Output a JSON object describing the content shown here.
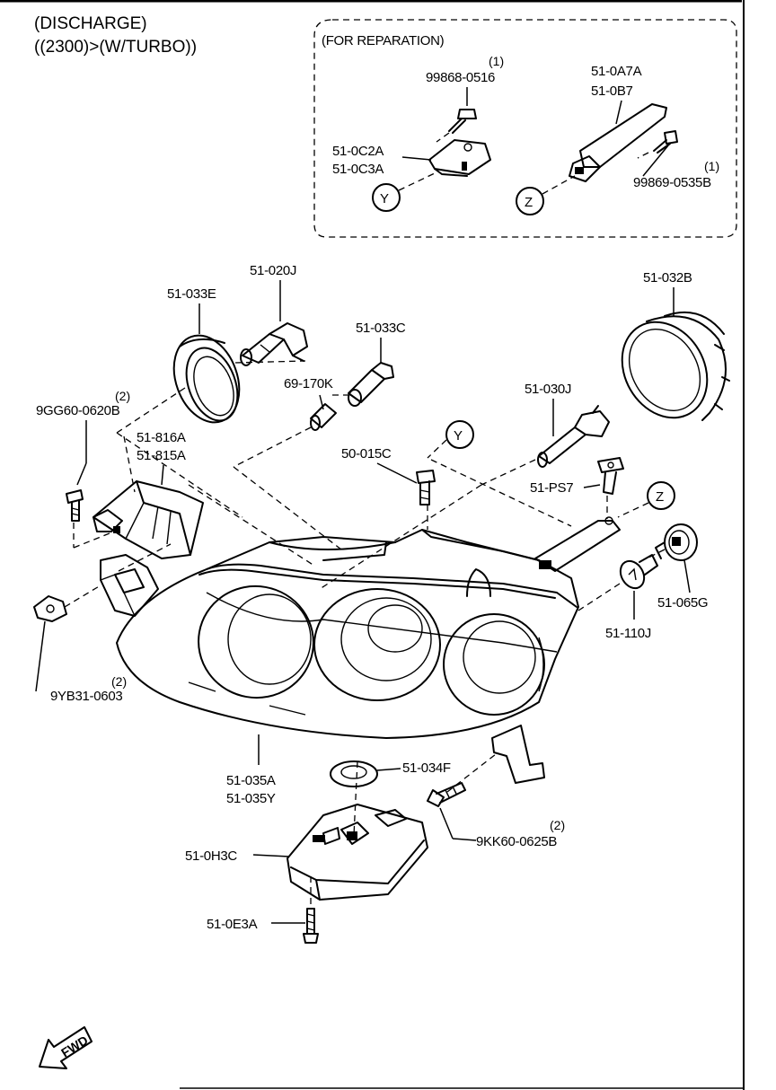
{
  "header": {
    "title_line1": "(DISCHARGE)",
    "title_line2": "((2300)>(W/TURBO))"
  },
  "reparation_box": {
    "title": "(FOR REPARATION)",
    "labels": {
      "qty_1a": "(1)",
      "p99868": "99868-0516",
      "p510c2a": "51-0C2A",
      "p510c3a": "51-0C3A",
      "p510a7a": "51-0A7A",
      "p510b7": "51-0B7",
      "qty_1b": "(1)",
      "p99869": "99869-0535B"
    },
    "callouts": {
      "y": "Y",
      "z": "Z"
    }
  },
  "parts": {
    "p51020j": "51-020J",
    "p51033e": "51-033E",
    "p51033c": "51-033C",
    "p51032b": "51-032B",
    "p69170k": "69-170K",
    "qty_2a": "(2)",
    "p9gg60": "9GG60-0620B",
    "p51030j": "51-030J",
    "p51816a": "51-816A",
    "p51815a": "51-815A",
    "p50015c": "50-015C",
    "p51ps7": "51-PS7",
    "qty_2b": "(2)",
    "p9yb31": "9YB31-0603",
    "p51110j": "51-110J",
    "p51065g": "51-065G",
    "p51035a": "51-035A",
    "p51035y": "51-035Y",
    "p51034f": "51-034F",
    "qty_2c": "(2)",
    "p9kk60": "9KK60-0625B",
    "p510h3c": "51-0H3C",
    "p510e3a": "51-0E3A"
  },
  "callouts": {
    "y": "Y",
    "z": "Z"
  },
  "fwd_label": "FWD",
  "icons": [
    "fwd-arrow-icon"
  ]
}
